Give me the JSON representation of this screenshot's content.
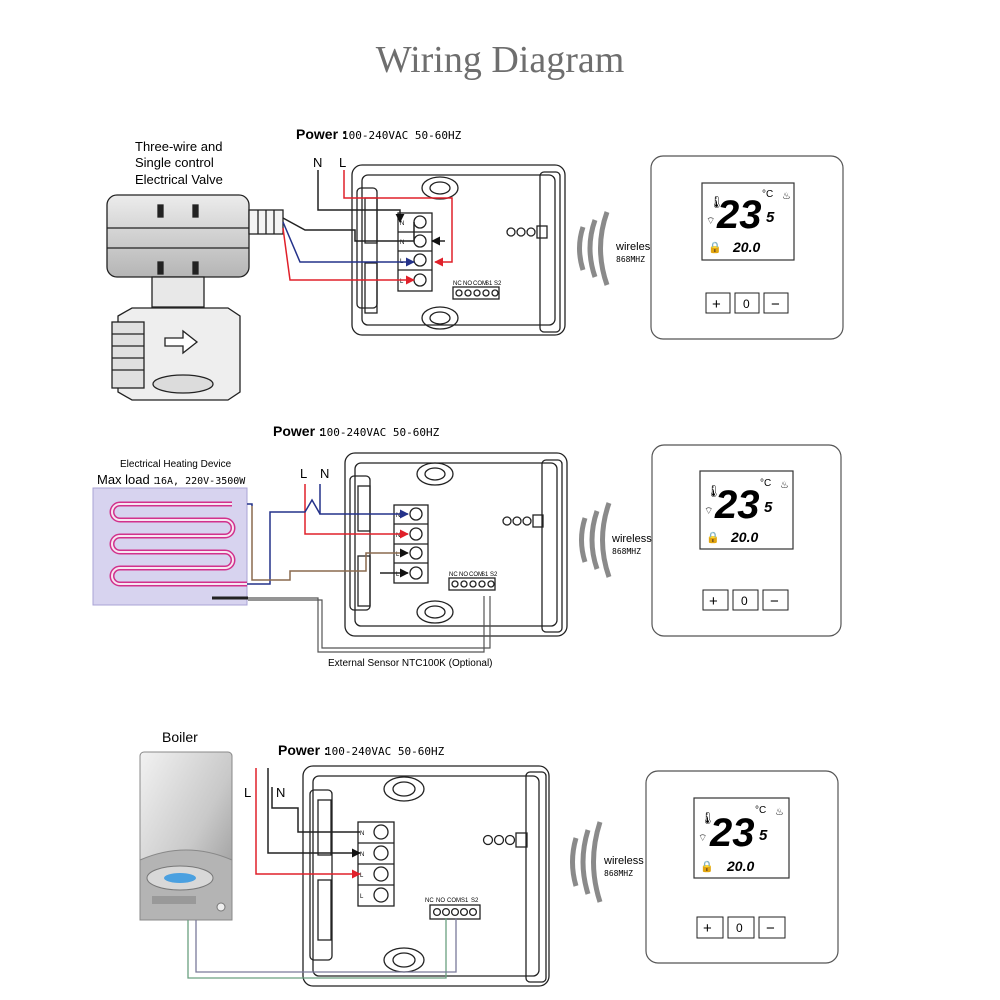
{
  "title": "Wiring Diagram",
  "power": {
    "label": "Power :",
    "value": "100-240VAC  50-60HZ"
  },
  "terminals": {
    "right_labels": [
      "N",
      "N",
      "L",
      "L"
    ],
    "bottom_labels": [
      "NC",
      "NO",
      "COM",
      "S1",
      "S2"
    ]
  },
  "wireless": {
    "label": "wireless",
    "freq": "868MHZ"
  },
  "lcd": {
    "big": "23",
    "small": "5",
    "unit": "°C",
    "set": "20.0"
  },
  "buttons": {
    "plus": "+",
    "mode": "0",
    "minus": "−"
  },
  "section1": {
    "device_label_lines": [
      "Three-wire and",
      "Single control",
      "Electrical Valve"
    ],
    "n_label": "N",
    "l_label": "L"
  },
  "section2": {
    "device_label": "Electrical Heating Device",
    "max_load_label": "Max load :",
    "max_load_value": "16A, 220V-3500W",
    "sensor_label": "External Sensor NTC100K (Optional)",
    "l_label": "L",
    "n_label": "N"
  },
  "section3": {
    "device_label": "Boiler",
    "l_label": "L",
    "n_label": "N"
  },
  "colors": {
    "red": "#e0202a",
    "blue": "#24328a",
    "brown": "#8a6a4e",
    "green": "#6aa080",
    "gray": "#7a7a7a"
  }
}
